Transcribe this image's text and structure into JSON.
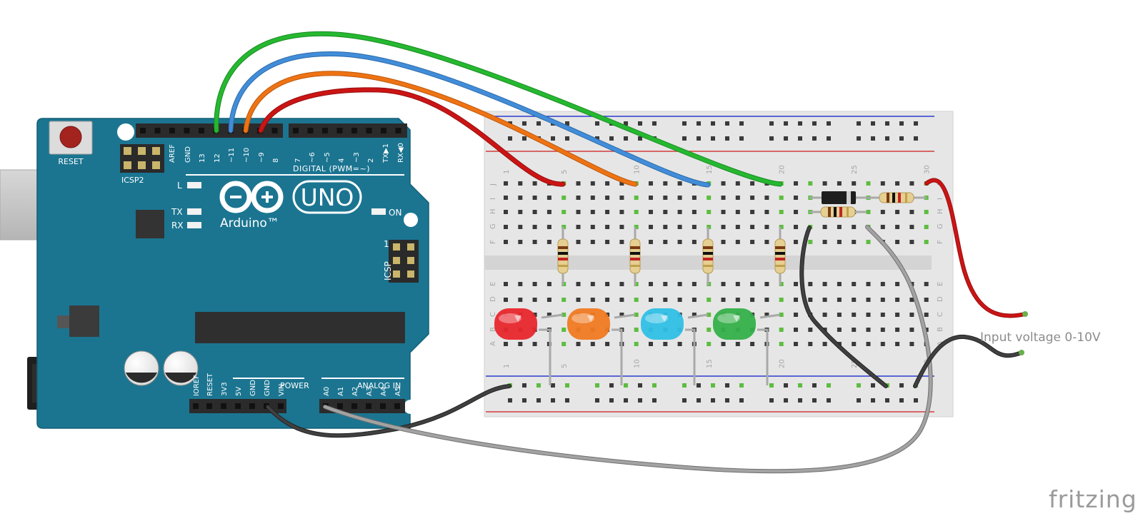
{
  "board": {
    "reset_label": "RESET",
    "icsp2_label": "ICSP2",
    "icsp_label": "ICSP",
    "icsp_pin1": "1",
    "digital_label": "DIGITAL (PWM=~)",
    "digital_pins": [
      "AREF",
      "GND",
      "13",
      "12",
      "~11",
      "~10",
      "~9",
      "8",
      "7",
      "~6",
      "~5",
      "4",
      "~3",
      "2",
      "TX▶1",
      "RX◀0"
    ],
    "led_l": "L",
    "led_tx": "TX",
    "led_rx": "RX",
    "led_on": "ON",
    "model": "UNO",
    "brand": "Arduino™",
    "power_label": "POWER",
    "power_pins": [
      "IOREF",
      "RESET",
      "3V3",
      "5V",
      "GND",
      "GND",
      "VIN"
    ],
    "analog_label": "ANALOG IN",
    "analog_pins": [
      "A0",
      "A1",
      "A2",
      "A3",
      "A4",
      "A5"
    ]
  },
  "breadboard": {
    "top_numbers": [
      "1",
      "5",
      "10",
      "15",
      "20",
      "25",
      "30"
    ],
    "bottom_numbers": [
      "1",
      "5",
      "10",
      "15",
      "20",
      "25",
      "30"
    ],
    "row_letters_top": [
      "J",
      "I",
      "H",
      "G",
      "F"
    ],
    "row_letters_bottom": [
      "E",
      "D",
      "C",
      "B",
      "A"
    ]
  },
  "annotation": {
    "input_voltage": "Input voltage 0-10V"
  },
  "watermark": "fritzing",
  "colors": {
    "board_blue": "#1b7591",
    "wire_red": "#cc1414",
    "wire_orange": "#ef7313",
    "wire_blue": "#418dd9",
    "wire_green": "#25b830",
    "wire_black": "#404040",
    "wire_gray": "#9a9a9a",
    "led_red": "#e8272d",
    "led_orange": "#f07a22",
    "led_cyan": "#2fc0e6",
    "led_green": "#34b049"
  }
}
